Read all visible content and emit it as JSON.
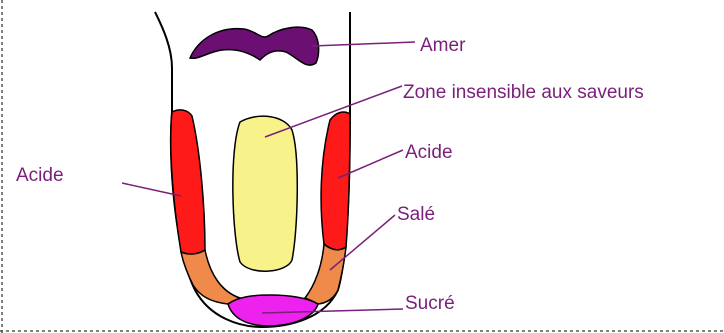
{
  "labels": {
    "amer": "Amer",
    "zone": "Zone insensible aux saveurs",
    "acide_right": "Acide",
    "acide_left": "Acide",
    "sale": "Salé",
    "sucre": "Sucré"
  },
  "colors": {
    "amer": "#6b0f73",
    "acide": "#ff1a1a",
    "sale": "#f08a4a",
    "sucre": "#ee22ee",
    "zone": "#f7f28a",
    "leader": "#7a1f7a",
    "outline": "#000000",
    "frame": "#555555"
  }
}
